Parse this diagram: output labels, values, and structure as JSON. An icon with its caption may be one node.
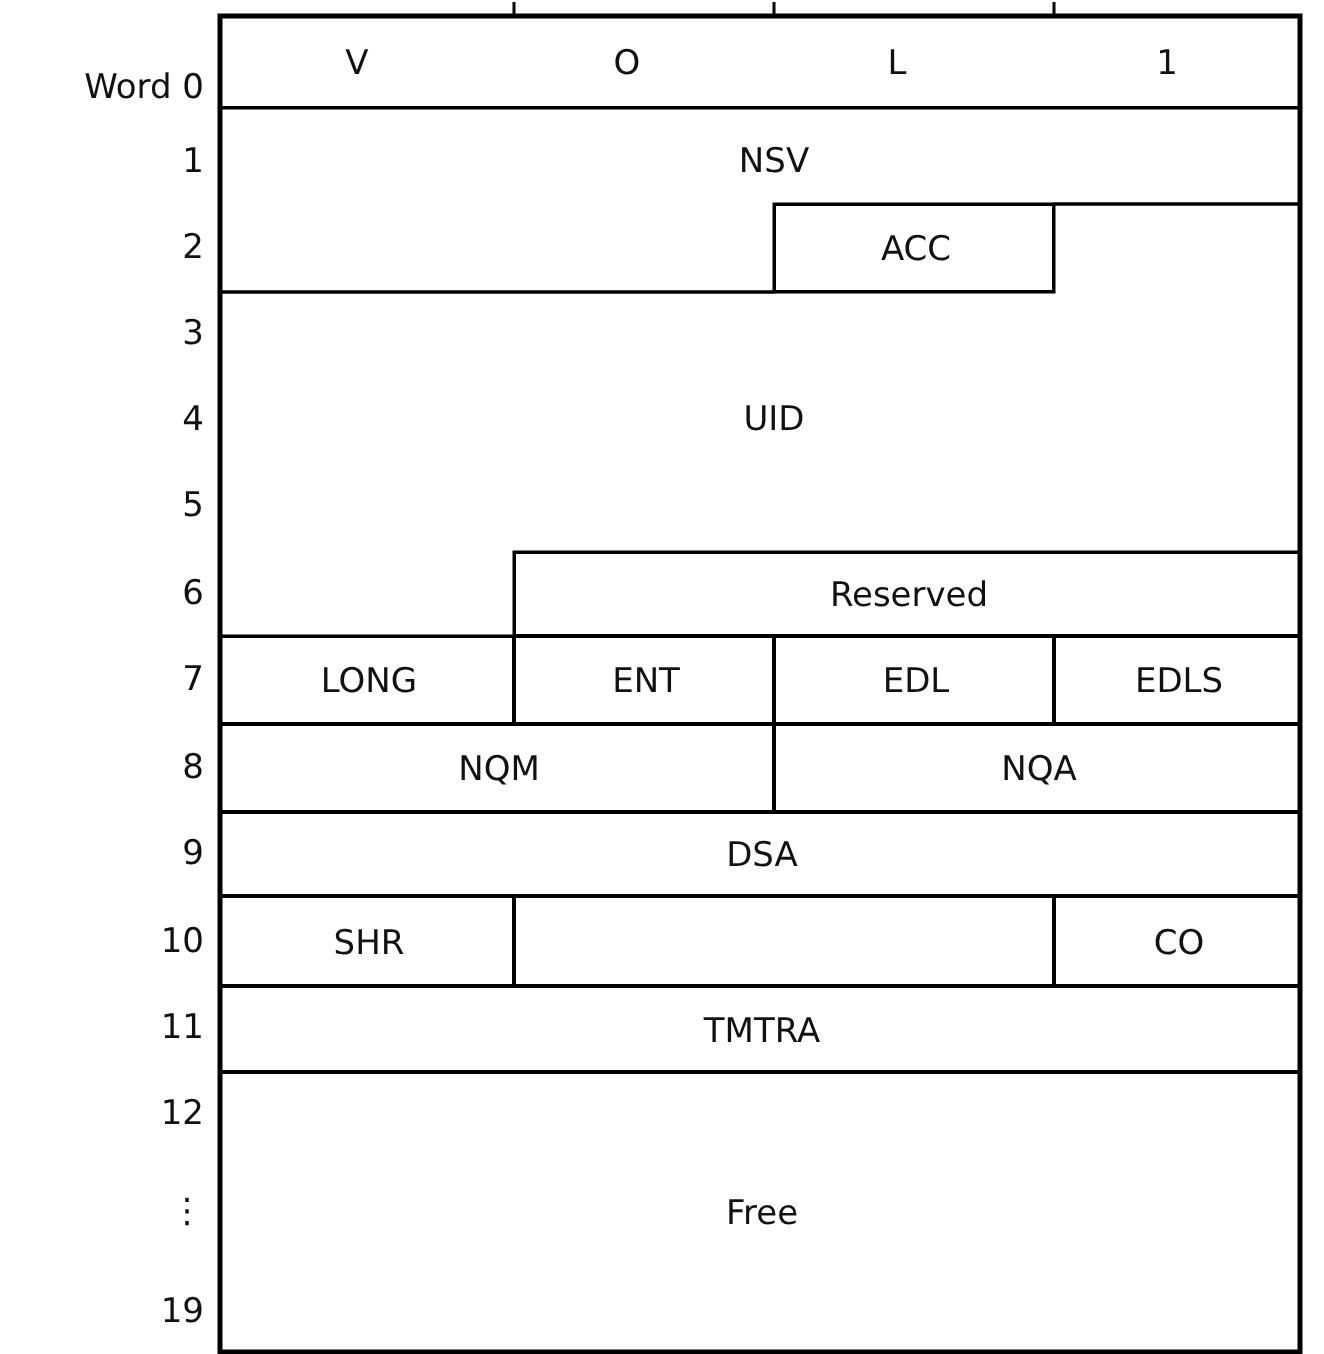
{
  "diagram": {
    "nodes": [
      {
        "text": [
          "V",
          "O",
          "L",
          "1"
        ]
      },
      {
        "text": [
          "NSV"
        ]
      },
      {
        "text": [
          "ACC"
        ]
      },
      {
        "text": [
          "UID"
        ]
      },
      {
        "text": [
          "Reserved"
        ]
      },
      {
        "text": [
          "LONG"
        ]
      },
      {
        "text": [
          "ENT"
        ]
      },
      {
        "text": [
          "EDL"
        ]
      },
      {
        "text": [
          "EDLS"
        ]
      },
      {
        "text": [
          "NQM"
        ]
      },
      {
        "text": [
          "NQA"
        ]
      },
      {
        "text": [
          "DSA"
        ]
      },
      {
        "text": [
          "SHR"
        ]
      },
      {
        "text": [],
        "shape": "box"
      },
      {
        "text": [
          "CO"
        ]
      },
      {
        "text": [
          "TMTRA"
        ]
      },
      {
        "text": [
          "Free"
        ]
      }
    ],
    "edges": [],
    "labels": [
      "Word 0",
      "1",
      "2",
      "3",
      "4",
      "5",
      "6",
      "7",
      "8",
      "9",
      "10",
      "11",
      "12",
      "⋮",
      "19"
    ]
  }
}
